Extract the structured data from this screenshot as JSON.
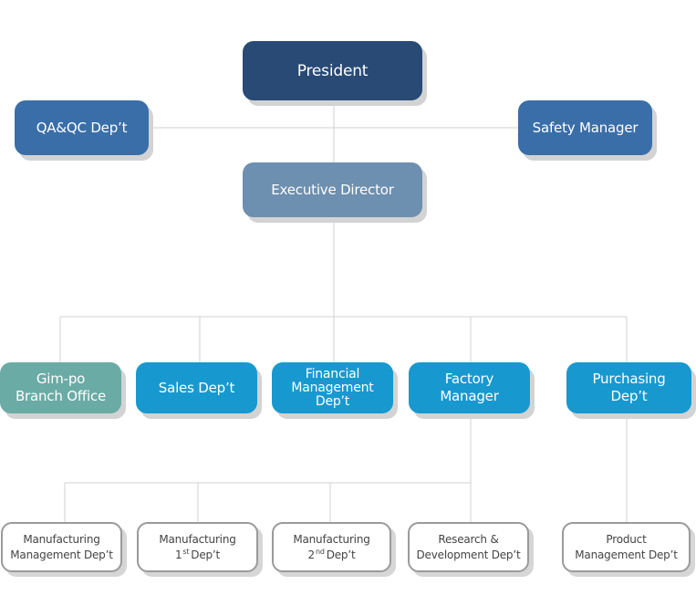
{
  "nodes": {
    "president": "President",
    "qa_qc": "QA&QC Dep’t",
    "safety_manager": "Safety Manager",
    "executive_director": "Executive Director",
    "gimpo": [
      "Gim-po",
      "Branch Office"
    ],
    "sales": "Sales Dep’t",
    "financial": [
      "Financial",
      "Management",
      "Dep’t"
    ],
    "factory": [
      "Factory",
      "Manager"
    ],
    "purchasing": [
      "Purchasing",
      "Dep’t"
    ],
    "mfg_mgmt": [
      "Manufacturing",
      "Management Dep’t"
    ],
    "mfg_1st": {
      "line1": "Manufacturing",
      "num": "1",
      "sup": "st",
      "rest": "Dep’t"
    },
    "mfg_2nd": {
      "line1": "Manufacturing",
      "num": "2",
      "sup": "nd",
      "rest": "Dep’t"
    },
    "rnd": [
      "Research &",
      "Development Dep’t"
    ],
    "product_mgmt": [
      "Product",
      "Management Dep’t"
    ]
  },
  "colors": {
    "president": "#284a75",
    "mid_blue": "#3a6ea8",
    "executive": "#6d8fb0",
    "teal": "#6aaba5",
    "cyan": "#1799d0",
    "connector": "#d0d0d0"
  }
}
